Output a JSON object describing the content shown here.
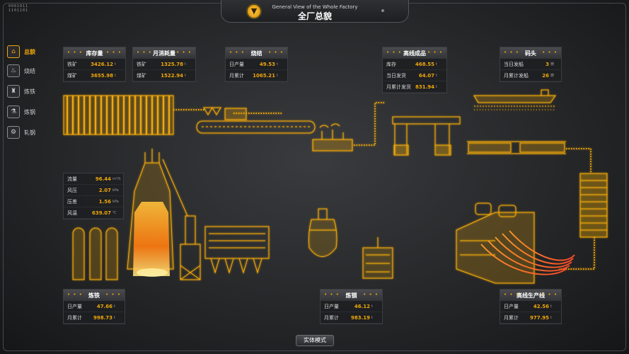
{
  "header": {
    "title_en": "General View of the Whole Factory",
    "title_cn": "全厂总貌",
    "code": "0001011\n1101101"
  },
  "sidebar": [
    {
      "label": "总貌",
      "icon": "overview-icon",
      "glyph": "⌂",
      "active": true
    },
    {
      "label": "烧结",
      "icon": "sintering-icon",
      "glyph": "♨",
      "active": false
    },
    {
      "label": "炼铁",
      "icon": "ironmaking-icon",
      "glyph": "♜",
      "active": false
    },
    {
      "label": "炼钢",
      "icon": "steelmaking-icon",
      "glyph": "⚗",
      "active": false
    },
    {
      "label": "轧钢",
      "icon": "rolling-icon",
      "glyph": "⚙",
      "active": false
    }
  ],
  "panels": {
    "inventory": {
      "title": "库存量",
      "dots": "• • •",
      "rows": [
        {
          "k": "铁矿",
          "v": "3426.12",
          "u": "t"
        },
        {
          "k": "煤矿",
          "v": "3655.98",
          "u": "t"
        }
      ]
    },
    "monthly": {
      "title": "月消耗量",
      "dots": "• • •",
      "rows": [
        {
          "k": "铁矿",
          "v": "1325.78",
          "u": "t"
        },
        {
          "k": "煤矿",
          "v": "1522.94",
          "u": "t"
        }
      ]
    },
    "sinter": {
      "title": "烧结",
      "dots": "• • •",
      "rows": [
        {
          "k": "日产量",
          "v": "49.53",
          "u": "t"
        },
        {
          "k": "月累计",
          "v": "1065.21",
          "u": "t"
        }
      ]
    },
    "finished": {
      "title": "高线成品",
      "dots": "• • •",
      "rows": [
        {
          "k": "库存",
          "v": "468.55",
          "u": "t"
        },
        {
          "k": "当日发货",
          "v": "64.07",
          "u": "t"
        },
        {
          "k": "月累计发货",
          "v": "831.94",
          "u": "t"
        }
      ]
    },
    "dock": {
      "title": "码头",
      "dots": "• • •",
      "rows": [
        {
          "k": "当日发船",
          "v": "3",
          "u": "艘"
        },
        {
          "k": "月累计发船",
          "v": "26",
          "u": "艘"
        }
      ]
    },
    "furnace": {
      "rows": [
        {
          "k": "流量",
          "v": "96.44",
          "u": "m³/h"
        },
        {
          "k": "风压",
          "v": "2.07",
          "u": "kPa"
        },
        {
          "k": "压差",
          "v": "1.56",
          "u": "kPa"
        },
        {
          "k": "风温",
          "v": "639.07",
          "u": "℃"
        }
      ]
    },
    "iron": {
      "title": "炼铁",
      "dots": "• • •",
      "rows": [
        {
          "k": "日产量",
          "v": "47.66",
          "u": "t"
        },
        {
          "k": "月累计",
          "v": "998.73",
          "u": "t"
        }
      ]
    },
    "steel": {
      "title": "炼钢",
      "dots": "• • •",
      "rows": [
        {
          "k": "日产量",
          "v": "46.12",
          "u": "t"
        },
        {
          "k": "月累计",
          "v": "983.19",
          "u": "t"
        }
      ]
    },
    "wire": {
      "title": "高线生产线",
      "dots": "• • •",
      "rows": [
        {
          "k": "日产量",
          "v": "42.56",
          "u": "t"
        },
        {
          "k": "月累计",
          "v": "977.95",
          "u": "t"
        }
      ]
    }
  },
  "mode_button": "实体模式",
  "colors": {
    "accent": "#f0a80a",
    "glow": "#ffdd55"
  }
}
